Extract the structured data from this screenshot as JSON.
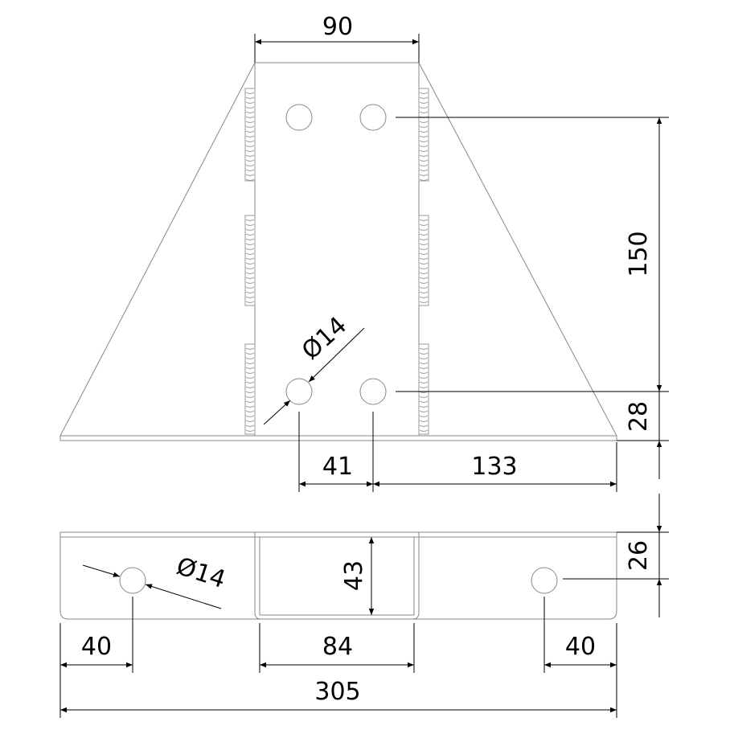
{
  "drawing": {
    "top_view": {
      "width_dim": "90",
      "hole_spacing_vertical_dim": "150",
      "hole_edge_dim": "28",
      "hole_spacing_horizontal_dim": "41",
      "hole_to_edge_dim": "133",
      "hole_diameter_dim": "Ø14"
    },
    "bottom_view": {
      "tube_height_dim": "43",
      "plate_height_dim": "26",
      "left_hole_dim": "40",
      "tube_width_dim": "84",
      "right_hole_dim": "40",
      "total_width_dim": "305",
      "hole_diameter_dim": "Ø14"
    }
  }
}
